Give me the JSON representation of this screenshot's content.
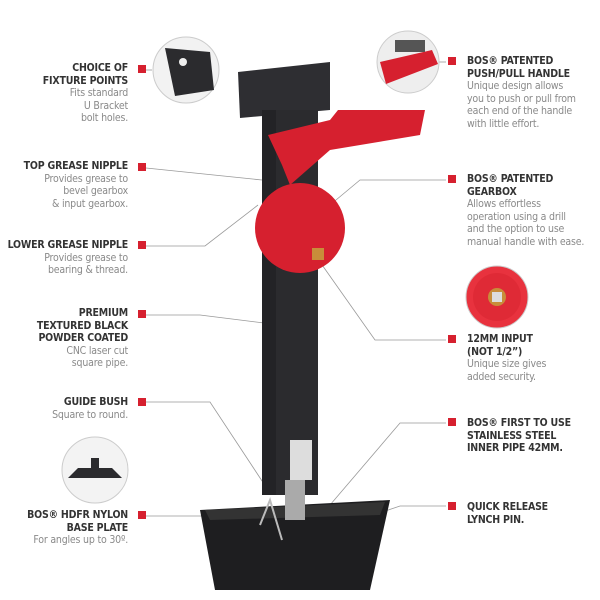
{
  "colors": {
    "accent": "#d6202f",
    "product": "#2b2b2e",
    "text_title": "#333333",
    "text_desc": "#8a8a8a"
  },
  "left_features": [
    {
      "title": "CHOICE OF\nFIXTURE POINTS",
      "desc": "Fits standard\nU Bracket\nbolt holes."
    },
    {
      "title": "TOP GREASE NIPPLE",
      "desc": "Provides grease to\nbevel gearbox\n& input gearbox."
    },
    {
      "title": "LOWER GREASE NIPPLE",
      "desc": "Provides grease to\nbearing & thread."
    },
    {
      "title": "PREMIUM\nTEXTURED BLACK\nPOWDER COATED",
      "desc": "CNC laser cut\nsquare pipe."
    },
    {
      "title": "GUIDE BUSH",
      "desc": "Square to round."
    },
    {
      "title": "BOS® HDFR NYLON\nBASE PLATE",
      "desc": "For angles up to 30º."
    }
  ],
  "right_features": [
    {
      "title": "BOS® PATENTED\nPUSH/PULL HANDLE",
      "desc": "Unique design allows\nyou to push or pull from\neach end of the handle\nwith little effort."
    },
    {
      "title": "BOS® PATENTED\nGEARBOX",
      "desc": "Allows effortless\noperation using a drill\nand the option to use\nmanual handle with ease."
    },
    {
      "title": "12MM INPUT\n(NOT 1/2”)",
      "desc": "Unique size gives\nadded security."
    },
    {
      "title": "BOS® FIRST TO USE\nSTAINLESS STEEL\nINNER PIPE 42MM.",
      "desc": ""
    },
    {
      "title": "QUICK RELEASE\nLYNCH PIN.",
      "desc": ""
    }
  ]
}
